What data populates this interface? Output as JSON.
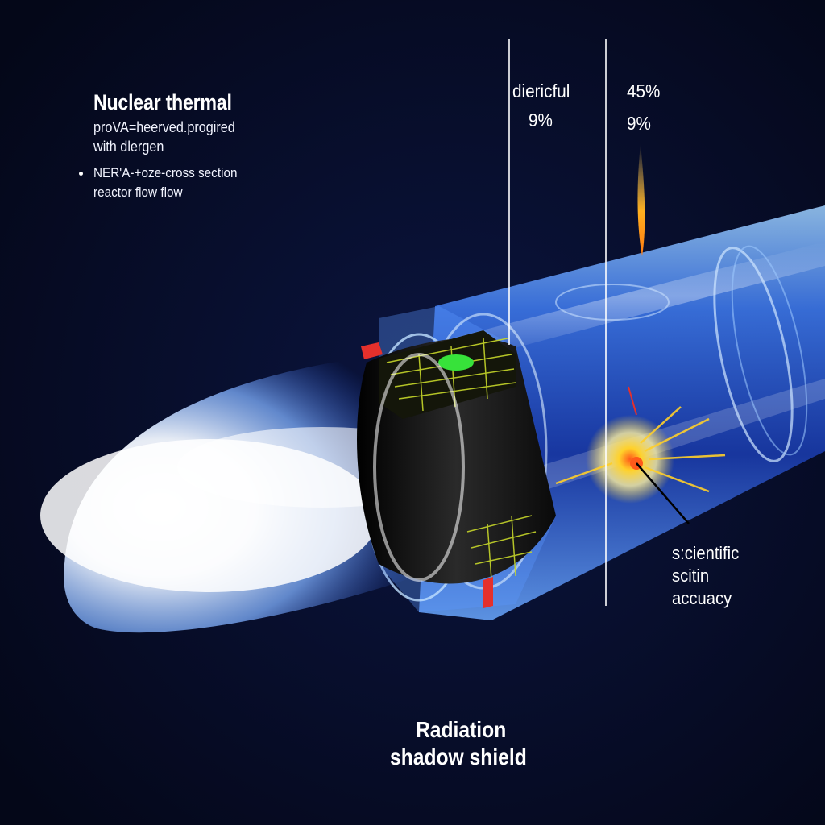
{
  "title": "Nuclear thermal",
  "subtitle_lines": [
    "proVA=heerved.progired",
    "with dlergen"
  ],
  "bullet": {
    "lines": [
      "NER'A-+oze-cross section",
      "reactor flow flow"
    ]
  },
  "markers": [
    {
      "label": "diericful",
      "value": "9%"
    },
    {
      "label": "45%",
      "value": "9%"
    }
  ],
  "side_label_lines": [
    "s:cientific",
    "scitin",
    "accuacy"
  ],
  "footer_lines": [
    "Radiation",
    "shadow shield"
  ],
  "colors": {
    "background": "#050920",
    "tube": "#4f8fff",
    "exhaust": "#ffffff",
    "spark": "#ffcf2a",
    "circuit": "#c7d72a",
    "accent_red": "#e5302c",
    "core": "#37e23a"
  },
  "icons": [
    "nozzle-exhaust-plume",
    "reactor-core-chip",
    "hot-spot-spark"
  ]
}
